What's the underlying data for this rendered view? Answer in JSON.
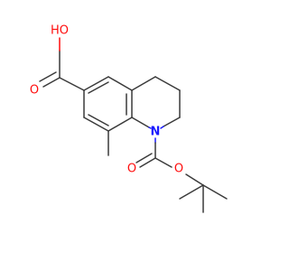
{
  "molecule": {
    "atoms": {
      "hydroxyl": "HO",
      "carboxyl_oxygen": "O",
      "ring_nitrogen": "N",
      "carbonyl_oxygen": "O",
      "ester_oxygen": "O"
    }
  }
}
